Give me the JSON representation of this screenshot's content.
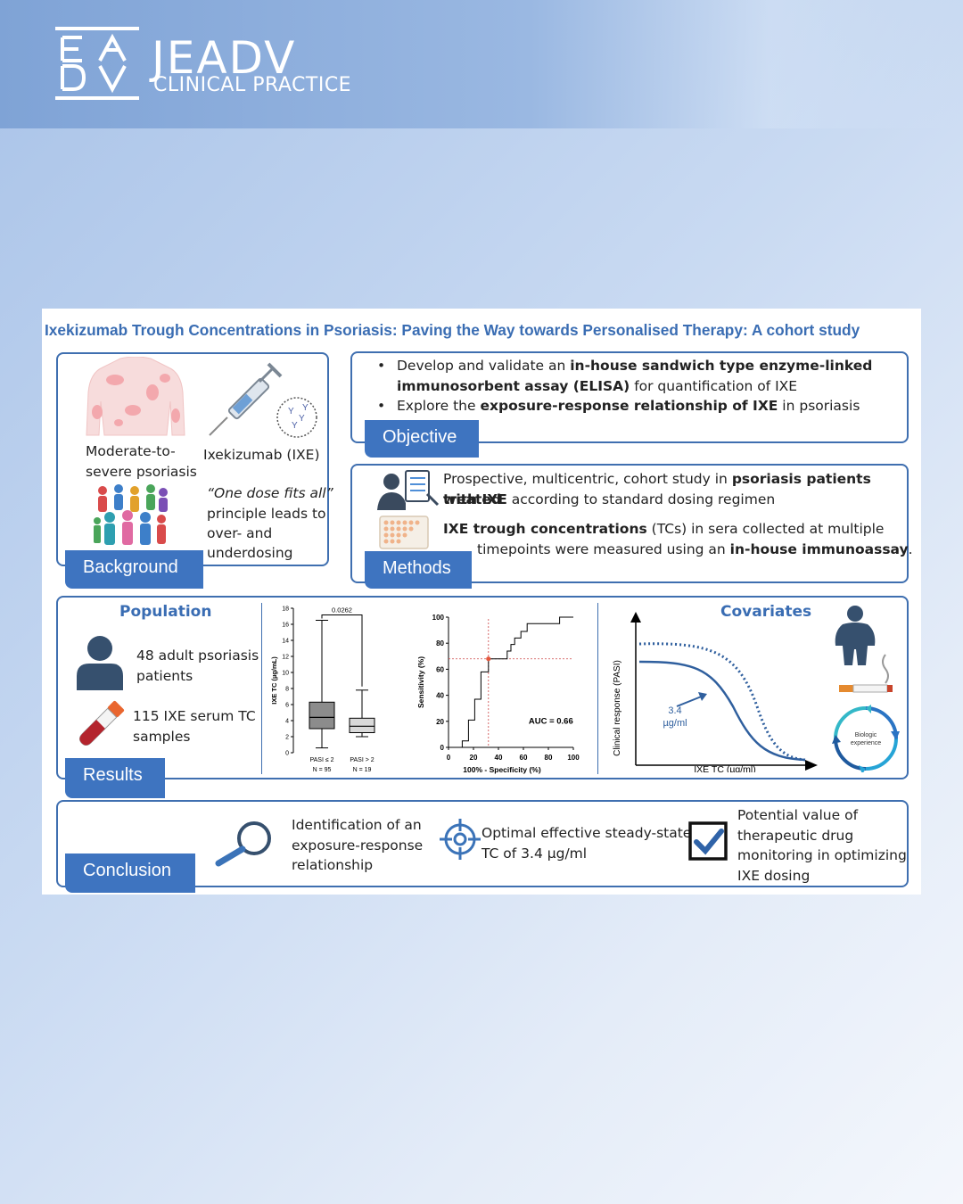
{
  "header": {
    "logo_title": "JEADV",
    "logo_subtitle": "CLINICAL PRACTICE"
  },
  "poster": {
    "title": "Ixekizumab Trough Concentrations in Psoriasis: Paving the Way towards Personalised Therapy: A cohort study",
    "background": {
      "tag": "Background",
      "psoriasis_label_1": "Moderate-to-",
      "psoriasis_label_2": "severe psoriasis",
      "drug_label": "Ixekizumab (IXE)",
      "quote_1": "“One dose fits all”",
      "quote_2": "principle leads to",
      "quote_3": "over- and",
      "quote_4": "underdosing"
    },
    "objective": {
      "tag": "Objective",
      "bullet_1_pre": "Develop and validate an ",
      "bullet_1_bold": "in-house sandwich type enzyme-linked",
      "bullet_1_bold_2": "immunosorbent assay (ELISA)",
      "bullet_1_post": " for quantification of IXE",
      "bullet_2_pre": "Explore the ",
      "bullet_2_bold": "exposure-response relationship of IXE",
      "bullet_2_post": " in psoriasis"
    },
    "methods": {
      "tag": "Methods",
      "line_1_pre": "Prospective, multicentric, cohort study in ",
      "line_1_bold": "psoriasis patients treated",
      "line_2_bold": "with IXE",
      "line_2_post": " according to standard dosing regimen",
      "line_3_bold": "IXE trough concentrations",
      "line_3_post": " (TCs) in sera collected at multiple",
      "line_4_pre": "timepoints were measured using an ",
      "line_4_bold": "in-house immunoassay",
      "line_4_post": "."
    },
    "results": {
      "tag": "Results",
      "population_heading": "Population",
      "patients_1": "48 adult psoriasis",
      "patients_2": "patients",
      "samples_1": "115 IXE serum TC",
      "samples_2": "samples",
      "covariates_heading": "Covariates"
    },
    "conclusion": {
      "tag": "Conclusion",
      "item_1_l1": "Identification of an",
      "item_1_l2": "exposure-response",
      "item_1_l3": "relationship",
      "item_2_l1": "Optimal effective steady-state",
      "item_2_l2": "TC of 3.4 µg/ml",
      "item_3_l1": "Potential value of",
      "item_3_l2": "therapeutic drug",
      "item_3_l3": "monitoring in optimizing",
      "item_3_l4": "IXE dosing"
    }
  },
  "chart_data": [
    {
      "type": "box",
      "ylabel": "IXE TC (µg/mL)",
      "ylim": [
        0,
        18
      ],
      "yticks": [
        0,
        2,
        4,
        6,
        8,
        10,
        12,
        14,
        16,
        18
      ],
      "categories": [
        "PASI ≤ 2",
        "PASI > 2"
      ],
      "n_labels": [
        "N = 95",
        "N = 19"
      ],
      "boxes": [
        {
          "min": 0.6,
          "q1": 3.0,
          "median": 4.4,
          "q3": 6.3,
          "max": 16.5
        },
        {
          "min": 2.0,
          "q1": 2.5,
          "median": 3.3,
          "q3": 4.3,
          "max": 7.8
        }
      ],
      "p_value": "0.0262",
      "colors": {
        "box1": "#8c8c8c",
        "box2": "#d9d9d9"
      }
    },
    {
      "type": "line",
      "xlabel": "100% - Specificity (%)",
      "ylabel": "Sensitivity (%)",
      "xlim": [
        0,
        100
      ],
      "ylim": [
        0,
        100
      ],
      "xticks": [
        0,
        20,
        40,
        60,
        80,
        100
      ],
      "yticks": [
        0,
        20,
        40,
        60,
        80,
        100
      ],
      "annotation": "AUC = 0.66",
      "cutoff_point": {
        "x": 32,
        "y": 68
      },
      "x": [
        0,
        5,
        11,
        11,
        16,
        16,
        21,
        21,
        26,
        26,
        32,
        32,
        47,
        47,
        50,
        50,
        53,
        53,
        58,
        58,
        63,
        63,
        68,
        68,
        89,
        89,
        100,
        100
      ],
      "y": [
        0,
        0,
        0,
        5,
        5,
        21,
        21,
        37,
        37,
        58,
        58,
        68,
        68,
        74,
        74,
        79,
        79,
        84,
        84,
        89,
        89,
        95,
        95,
        95,
        95,
        100,
        100,
        100
      ]
    },
    {
      "type": "line",
      "xlabel": "IXE TC (µg/ml)",
      "ylabel": "Clinical response (PASI)",
      "annotation": "3.4 µg/ml",
      "series": [
        {
          "style": "solid"
        },
        {
          "style": "dotted"
        }
      ],
      "icons": [
        "body-weight",
        "smoking",
        "Biologic experience"
      ]
    }
  ],
  "colors": {
    "accent": "#3e74c0",
    "title": "#3a6db3",
    "panel_border": "#3f6fb0",
    "roc_point": "#e4573d"
  }
}
